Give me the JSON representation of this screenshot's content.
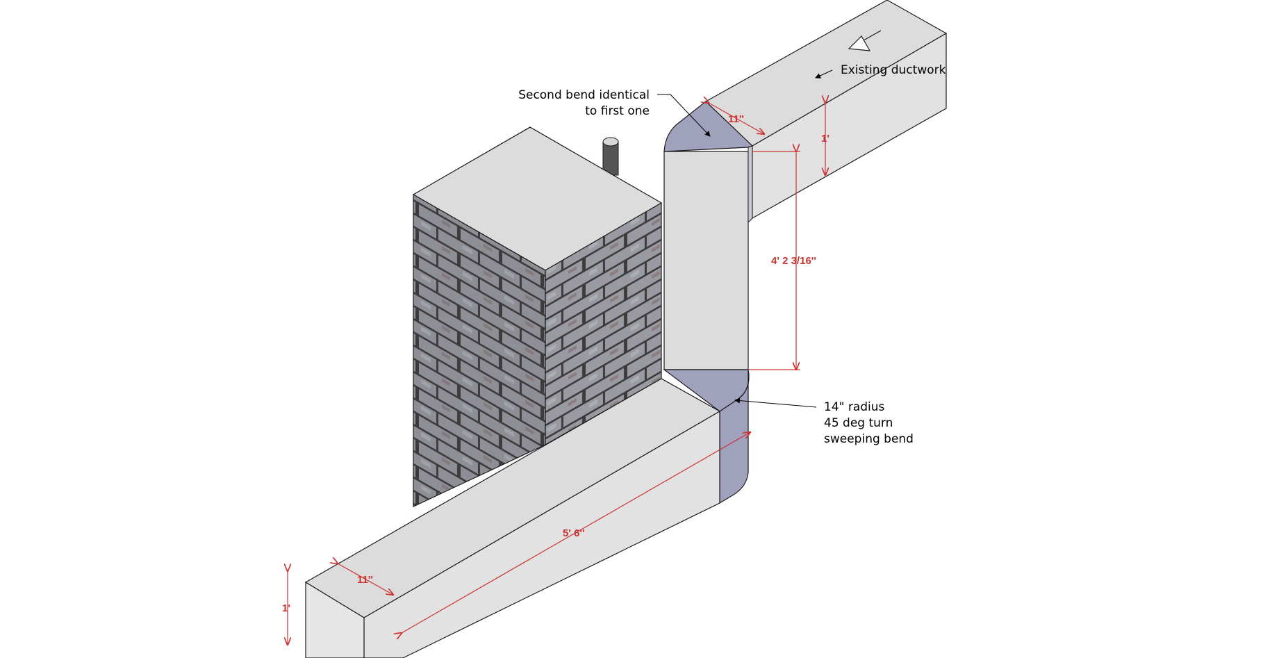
{
  "colors": {
    "duct_face": "#dcdcdc",
    "duct_face_light": "#e6e6e6",
    "bend_face": "#9fa1bd",
    "dimension_line": "#cc3333",
    "outline": "#1a1a1a",
    "brick_mortar": "#3c3c3c",
    "brick": "#8e8f96"
  },
  "annotations": {
    "existing_ductwork": "Existing ductwork",
    "second_bend": {
      "line1": "Second bend identical",
      "line2": "to first one"
    },
    "bend_spec": {
      "line1": "14\" radius",
      "line2": "45 deg turn",
      "line3": "sweeping bend"
    }
  },
  "dimensions": {
    "top_width": "11''",
    "top_height": "1'",
    "vertical_run": "4' 2 3/16''",
    "bottom_length": "5' 6''",
    "bottom_width": "11''",
    "bottom_height": "1'"
  },
  "icons": {
    "airflow": "flow-direction-arrow-icon"
  }
}
